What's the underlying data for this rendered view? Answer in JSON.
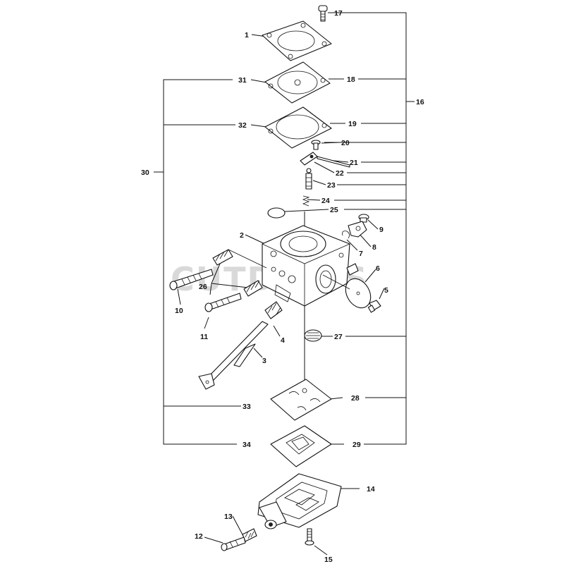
{
  "diagram": {
    "watermark": "CUTDOG'S",
    "labels": {
      "p1": "1",
      "p2": "2",
      "p3": "3",
      "p4": "4",
      "p5": "5",
      "p6": "6",
      "p7": "7",
      "p8": "8",
      "p9": "9",
      "p10": "10",
      "p11": "11",
      "p12": "12",
      "p13": "13",
      "p14": "14",
      "p15": "15",
      "p16": "16",
      "p17": "17",
      "p18": "18",
      "p19": "19",
      "p20": "20",
      "p21": "21",
      "p22": "22",
      "p23": "23",
      "p24": "24",
      "p25": "25",
      "p26": "26",
      "p27": "27",
      "p28": "28",
      "p29": "29",
      "p30": "30",
      "p31": "31",
      "p32": "32",
      "p33": "33",
      "p34": "34"
    }
  }
}
